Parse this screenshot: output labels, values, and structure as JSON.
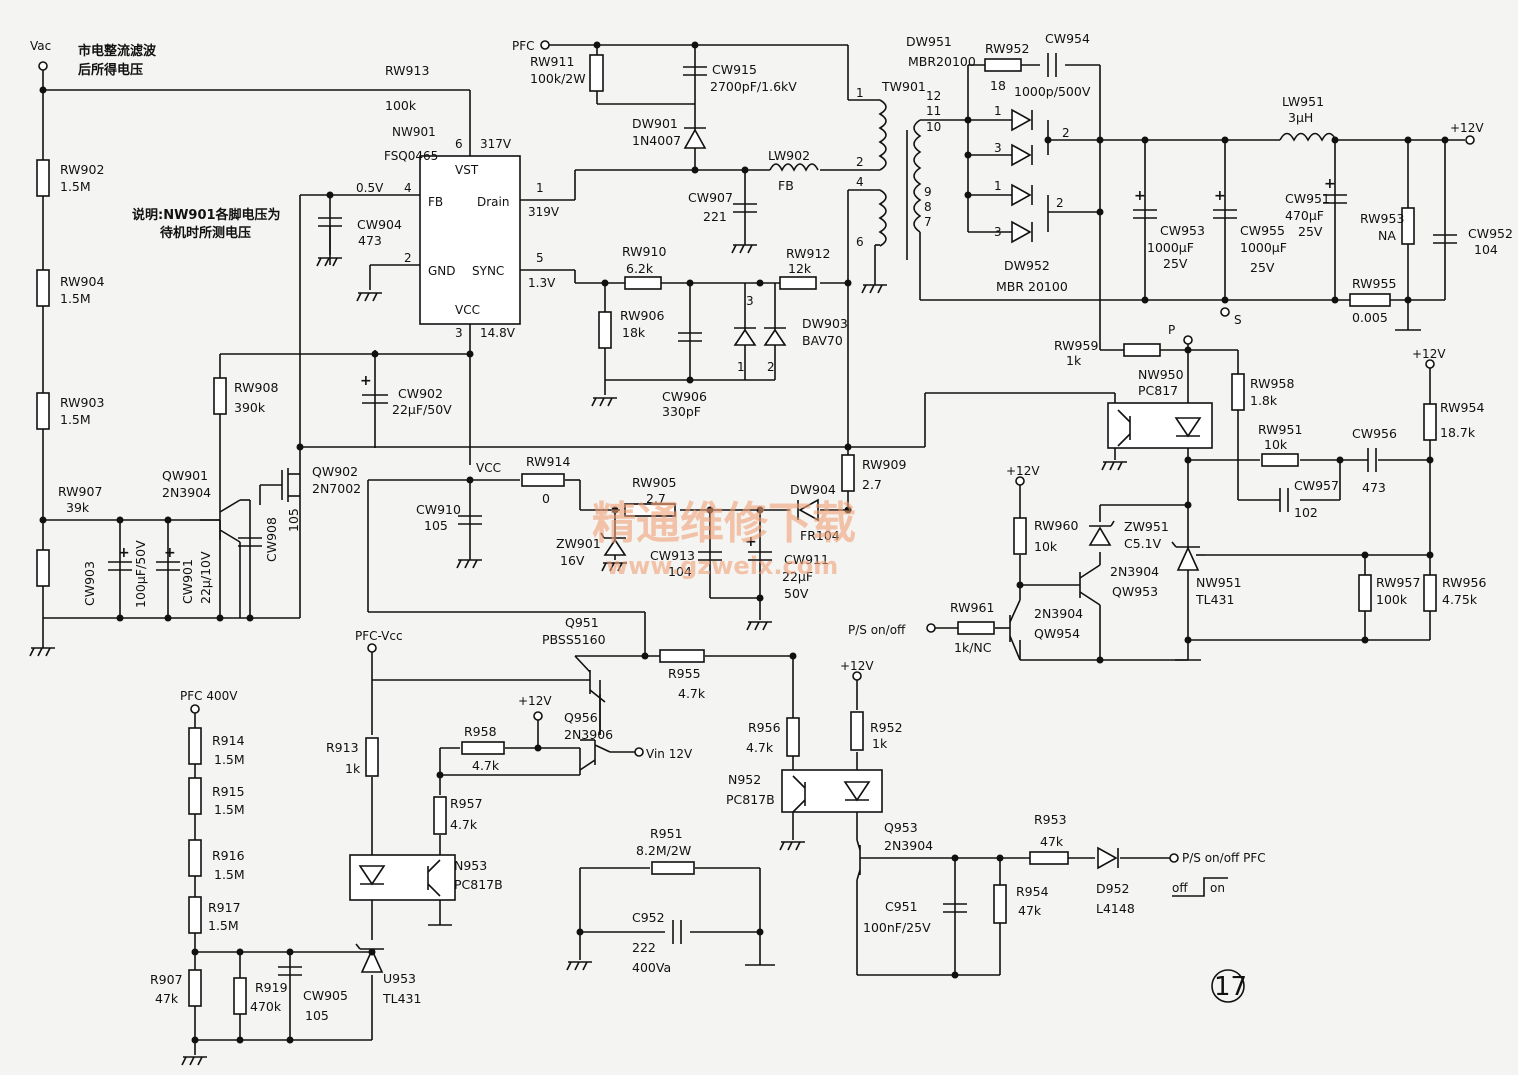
{
  "note_vac": "市电整流滤波\n后所得电压",
  "note_vac_l1": "市电整流滤波",
  "note_vac_l2": "后所得电压",
  "note_pins_l1": "说明:NW901各脚电压为",
  "note_pins_l2": "待机时所测电压",
  "watermark_cn": "精通维修下载",
  "watermark_url": "www.gzweix.com",
  "page_number": "17",
  "ic": {
    "name": "NW901",
    "model": "FSQ0465",
    "pin_vst": "VST",
    "pin_fb": "FB",
    "pin_drain": "Drain",
    "pin_gnd": "GND",
    "pin_sync": "SYNC",
    "pin_vcc": "VCC",
    "p6": "6",
    "p4": "4",
    "p1": "1",
    "p2": "2",
    "p5": "5",
    "p3": "3",
    "v6": "317V",
    "v4": "0.5V",
    "v1": "319V",
    "v5": "1.3V",
    "v3": "14.8V"
  },
  "nets": {
    "vac": "Vac",
    "pfc": "PFC",
    "p12v": "+12V",
    "p": "P",
    "s": "S",
    "vcc": "VCC",
    "pfc_vcc": "PFC-Vcc",
    "pfc_400v": "PFC  400V",
    "vin12": "Vin 12V",
    "ps_onoff": "P/S on/off",
    "ps_onoff_pfc": "P/S on/off   PFC",
    "off": "off",
    "on": "on"
  },
  "labels": {
    "RW913": "RW913",
    "RW913v": "100k",
    "RW902": "RW902",
    "RW902v": "1.5M",
    "RW904": "RW904",
    "RW904v": "1.5M",
    "RW903": "RW903",
    "RW903v": "1.5M",
    "RW907": "RW907",
    "RW907v": "39k",
    "CW903": "CW903",
    "CW903v": "100μF/50V",
    "CW901": "CW901",
    "CW901v": "22μ/10V",
    "QW901": "QW901",
    "QW901v": "2N3904",
    "CW908": "CW908",
    "CW908v": "105",
    "QW902": "QW902",
    "QW902v": "2N7002",
    "RW908": "RW908",
    "RW908v": "390k",
    "CW902": "CW902",
    "CW902v": "22μF/50V",
    "CW904": "CW904",
    "CW904v": "473",
    "RW911": "RW911",
    "RW911v": "100k/2W",
    "CW915": "CW915",
    "CW915v": "2700pF/1.6kV",
    "DW901": "DW901",
    "DW901v": "1N4007",
    "LW902": "LW902",
    "LW902v": "FB",
    "CW907": "CW907",
    "CW907v": "221",
    "RW910": "RW910",
    "RW910v": "6.2k",
    "RW912": "RW912",
    "RW912v": "12k",
    "RW906": "RW906",
    "RW906v": "18k",
    "CW906": "CW906",
    "CW906v": "330pF",
    "DW903": "DW903",
    "DW903v": "BAV70",
    "TW901": "TW901",
    "DW951": "DW951",
    "DW951v": "MBR20100",
    "RW952": "RW952",
    "RW952v": "18",
    "CW954": "CW954",
    "CW954v": "1000p/500V",
    "DW952": "DW952",
    "DW952v": "MBR 20100",
    "LW951": "LW951",
    "LW951v": "3μH",
    "CW953": "CW953",
    "CW953v": "1000μF",
    "CW953v2": "25V",
    "CW955": "CW955",
    "CW955v": "1000μF",
    "CW955v2": "25V",
    "CW951": "CW951",
    "CW951v": "470μF",
    "CW951v2": "25V",
    "RW953": "RW953",
    "RW953v": "NA",
    "CW952": "CW952",
    "CW952v": "104",
    "RW955": "RW955",
    "RW955v": "0.005",
    "RW959": "RW959",
    "RW959v": "1k",
    "NW950": "NW950",
    "NW950v": "PC817",
    "RW958": "RW958",
    "RW958v": "1.8k",
    "RW954": "RW954",
    "RW954v": "18.7k",
    "RW951": "RW951",
    "RW951v": "10k",
    "CW956": "CW956",
    "CW956v": "473",
    "CW957": "CW957",
    "CW957v": "102",
    "RW960": "RW960",
    "RW960v": "10k",
    "ZW951": "ZW951",
    "ZW951v": "C5.1V",
    "QW953": "QW953",
    "QW953v": "2N3904",
    "QW954": "QW954",
    "QW954v": "2N3904",
    "NW951": "NW951",
    "NW951v": "TL431",
    "RW957": "RW957",
    "RW957v": "100k",
    "RW956": "RW956",
    "RW956v": "4.75k",
    "RW961": "RW961",
    "RW961v": "1k/NC",
    "RW909": "RW909",
    "RW909v": "2.7",
    "DW904": "DW904",
    "DW904v": "FR104",
    "RW914": "RW914",
    "RW914v": "0",
    "RW905": "RW905",
    "RW905v": "2.7",
    "CW910": "CW910",
    "CW910v": "105",
    "ZW901": "ZW901",
    "ZW901v": "16V",
    "CW913": "CW913",
    "CW913v": "104",
    "CW911": "CW911",
    "CW911v": "22μF",
    "CW911v2": "50V",
    "Q951": "Q951",
    "Q951v": "PBSS5160",
    "R955": "R955",
    "R955v": "4.7k",
    "R913": "R913",
    "R913v": "1k",
    "R958": "R958",
    "R958v": "4.7k",
    "Q956": "Q956",
    "Q956v": "2N3906",
    "R957": "R957",
    "R957v": "4.7k",
    "N953": "N953",
    "N953v": "PC817B",
    "R956": "R956",
    "R956v": "4.7k",
    "N952": "N952",
    "N952v": "PC817B",
    "R952": "R952",
    "R952v": "1k",
    "R914": "R914",
    "R914v": "1.5M",
    "R915": "R915",
    "R915v": "1.5M",
    "R916": "R916",
    "R916v": "1.5M",
    "R917": "R917",
    "R917v": "1.5M",
    "R907": "R907",
    "R907v": "47k",
    "R919": "R919",
    "R919v": "470k",
    "CW905": "CW905",
    "CW905v": "105",
    "U953": "U953",
    "U953v": "TL431",
    "R951": "R951",
    "R951v": "8.2M/2W",
    "C952": "C952",
    "C952v": "222",
    "C952v2": "400Va",
    "Q953": "Q953",
    "Q953v": "2N3904",
    "C951": "C951",
    "C951v": "100nF/25V",
    "R954": "R954",
    "R954v": "47k",
    "R953": "R953",
    "R953v": "47k",
    "D952": "D952",
    "D952v": "L4148"
  },
  "pins": {
    "t1": "1",
    "t2": "2",
    "t4": "4",
    "t6": "6",
    "t12": "12",
    "t11": "11",
    "t10": "10",
    "t9": "9",
    "t8": "8",
    "t7": "7",
    "d1a": "1",
    "d3a": "3",
    "d2a": "2",
    "d1b": "1",
    "d3b": "3",
    "d2b": "2",
    "bav3": "3",
    "bav1": "1",
    "bav2": "2"
  }
}
